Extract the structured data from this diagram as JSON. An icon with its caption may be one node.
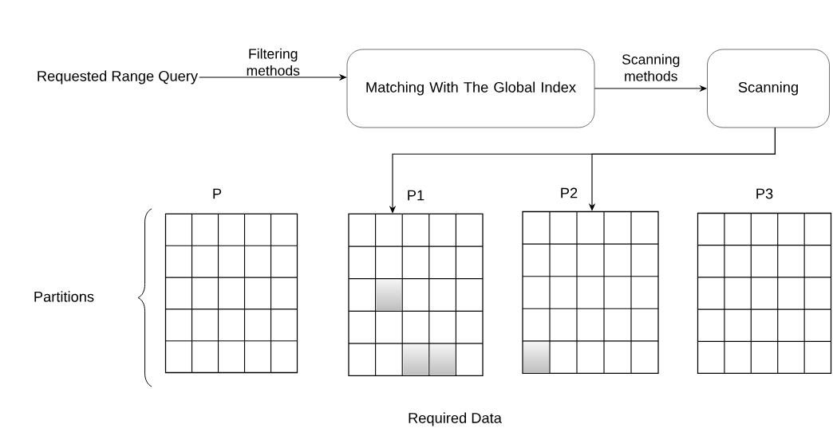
{
  "diagram": {
    "nodes": [
      {
        "text": [
          "Requested Range Query"
        ]
      },
      {
        "text": [
          "Matching With The Global Index"
        ]
      },
      {
        "text": [
          "Scanning"
        ]
      },
      {
        "text": [
          "P"
        ]
      },
      {
        "text": [
          "P1"
        ]
      },
      {
        "text": [
          "P2"
        ]
      },
      {
        "text": [
          "P3"
        ]
      }
    ],
    "edges": [
      {
        "from": 0,
        "to": 1,
        "arrow": "to",
        "label": "Filtering methods"
      },
      {
        "from": 1,
        "to": 2,
        "arrow": "to",
        "label": "Scanning methods"
      },
      {
        "from": 2,
        "to": 4,
        "arrow": "to"
      },
      {
        "from": 2,
        "to": 5,
        "arrow": "to"
      }
    ],
    "labels": [
      "Partitions",
      "Required Data"
    ]
  }
}
